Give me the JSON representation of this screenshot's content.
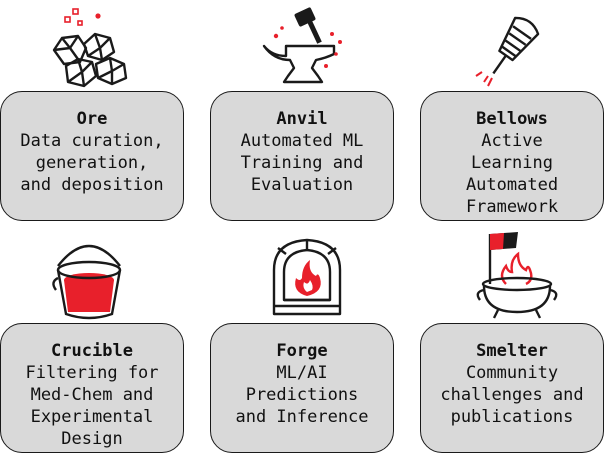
{
  "colors": {
    "accent": "#e8202b",
    "card_fill": "#d9d9d9",
    "ink": "#1a1a1a"
  },
  "cards": [
    {
      "icon": "ore-rocks-icon",
      "title": "Ore",
      "description": "Data curation,\ngeneration,\nand deposition"
    },
    {
      "icon": "anvil-hammer-icon",
      "title": "Anvil",
      "description": "Automated ML\nTraining and\nEvaluation"
    },
    {
      "icon": "bellows-icon",
      "title": "Bellows",
      "description": "Active\nLearning\nAutomated\nFramework"
    },
    {
      "icon": "crucible-bucket-icon",
      "title": "Crucible",
      "description": "Filtering for\nMed-Chem and\nExperimental\nDesign"
    },
    {
      "icon": "forge-furnace-icon",
      "title": "Forge",
      "description": "ML/AI\nPredictions\nand Inference"
    },
    {
      "icon": "smelter-cauldron-flag-icon",
      "title": "Smelter",
      "description": "Community\nchallenges and\npublications"
    }
  ]
}
